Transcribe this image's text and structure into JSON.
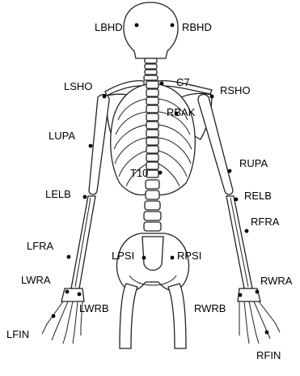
{
  "diagram": {
    "markers": [
      {
        "id": "LBHD",
        "label": "LBHD"
      },
      {
        "id": "RBHD",
        "label": "RBHD"
      },
      {
        "id": "C7",
        "label": "C7"
      },
      {
        "id": "LSHO",
        "label": "LSHO"
      },
      {
        "id": "RSHO",
        "label": "RSHO"
      },
      {
        "id": "RBAK",
        "label": "RBAK"
      },
      {
        "id": "LUPA",
        "label": "LUPA"
      },
      {
        "id": "RUPA",
        "label": "RUPA"
      },
      {
        "id": "T10",
        "label": "T10"
      },
      {
        "id": "LELB",
        "label": "LELB"
      },
      {
        "id": "RELB",
        "label": "RELB"
      },
      {
        "id": "RFRA",
        "label": "RFRA"
      },
      {
        "id": "LFRA",
        "label": "LFRA"
      },
      {
        "id": "LPSI",
        "label": "LPSI"
      },
      {
        "id": "RPSI",
        "label": "RPSI"
      },
      {
        "id": "LWRA",
        "label": "LWRA"
      },
      {
        "id": "RWRA",
        "label": "RWRA"
      },
      {
        "id": "LWRB",
        "label": "LWRB"
      },
      {
        "id": "RWRB",
        "label": "RWRB"
      },
      {
        "id": "LFIN",
        "label": "LFIN"
      },
      {
        "id": "RFIN",
        "label": "RFIN"
      }
    ]
  }
}
